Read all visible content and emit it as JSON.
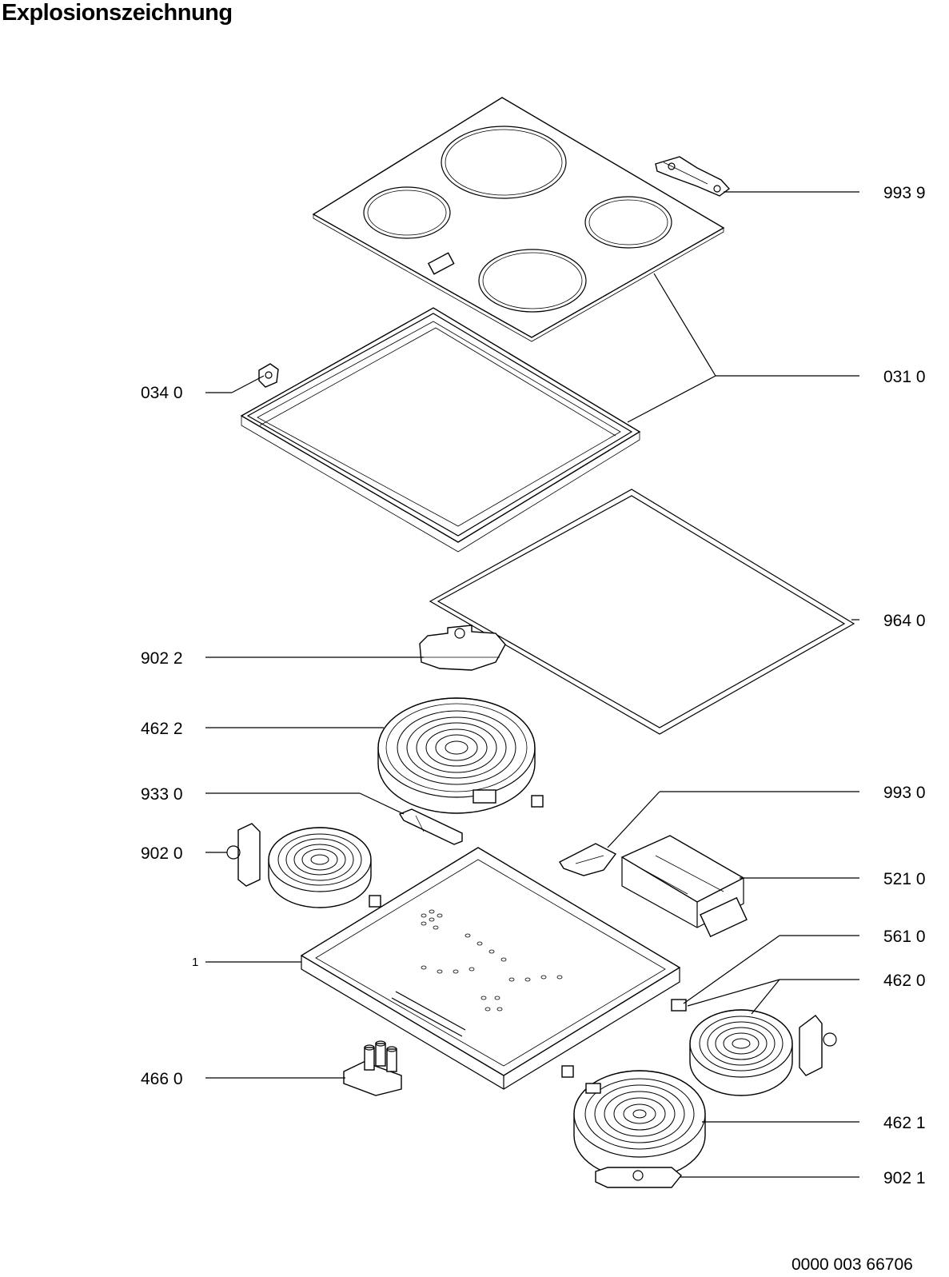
{
  "header": {
    "title": "Explosionszeichnung"
  },
  "callouts": {
    "p9939": "993 9",
    "p0310": "031 0",
    "p0340": "034 0",
    "p9640": "964 0",
    "p9022": "902 2",
    "p4622": "462 2",
    "p9330": "933 0",
    "p9930": "993 0",
    "p9020": "902 0",
    "p5210": "521 0",
    "p5610": "561 0",
    "p1": "1",
    "p4620": "462 0",
    "p4660": "466 0",
    "p4621": "462 1",
    "p9021": "902 1"
  },
  "footer": {
    "doc_number": "0000 003 66706"
  }
}
